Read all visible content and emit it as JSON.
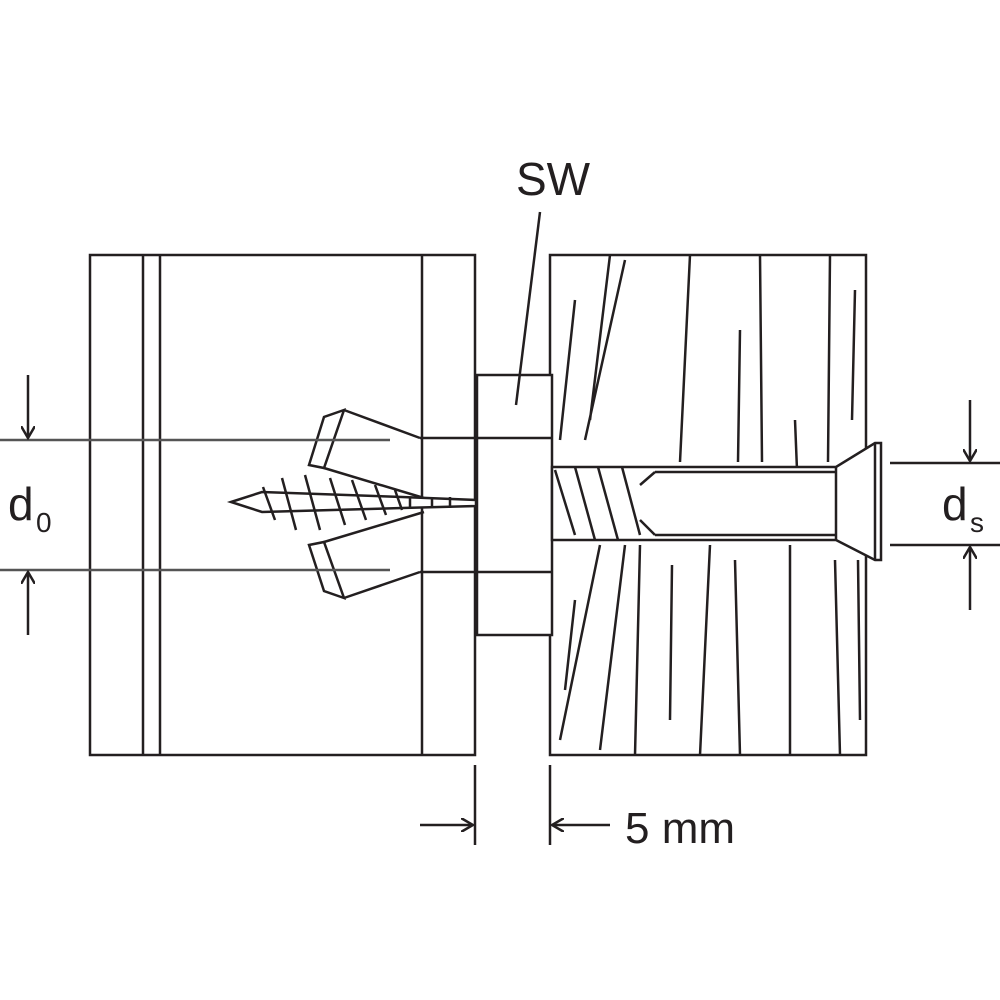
{
  "labels": {
    "sw": "SW",
    "d0_main": "d",
    "d0_sub": "0",
    "ds_main": "d",
    "ds_sub": "s",
    "gap": "5 mm"
  },
  "colors": {
    "line": "#231f20",
    "background": "#ffffff"
  }
}
